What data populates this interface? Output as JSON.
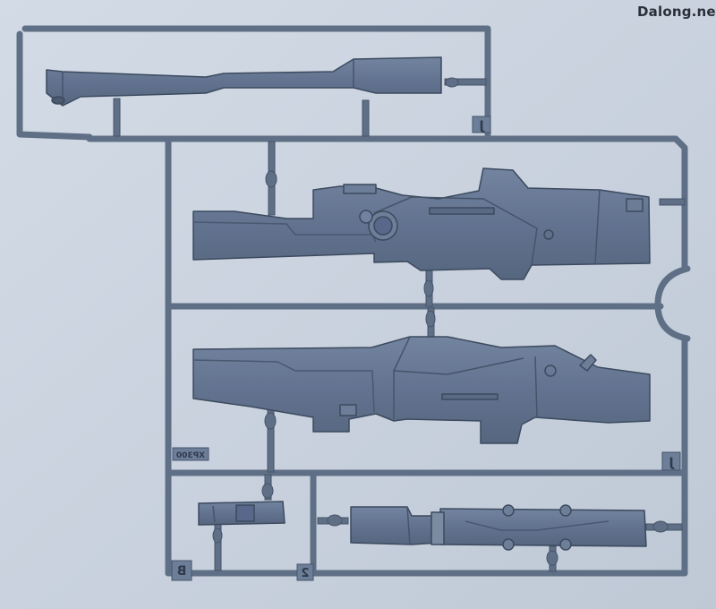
{
  "watermark": "Dalong.net",
  "runner_labels": {
    "top_tab": "J",
    "right_tab": "J",
    "part_code": "XP300",
    "bottom_left_tab": "B",
    "bottom_mid_tab": "2"
  },
  "colors": {
    "background": "#c9d2de",
    "plastic": "#5f6f85",
    "plastic_light": "#7a8ba2",
    "plastic_dark": "#46546a",
    "plastic_edge": "#3c4a5e"
  }
}
